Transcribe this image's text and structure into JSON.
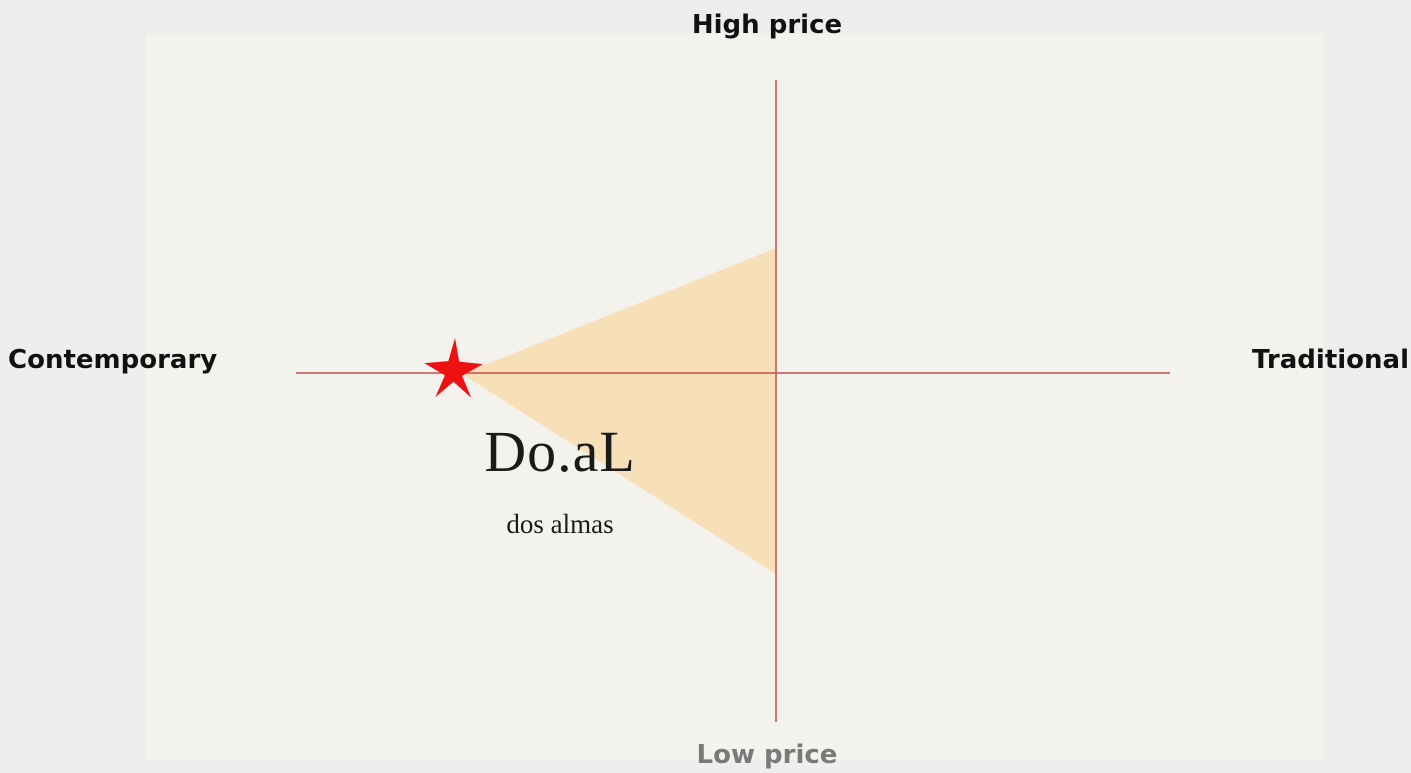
{
  "axes": {
    "top": "High price",
    "bottom": "Low price",
    "left": "Contemporary",
    "right": "Traditional"
  },
  "brand": {
    "name": "Do.aL",
    "tagline": "dos almas"
  },
  "colors": {
    "background": "#eeeeee",
    "panel": "#f4f2ec",
    "axis_line": "#c0504d",
    "positioning_area": "#f7dfb8",
    "marker": "#ee1111",
    "label_top": "#111111",
    "label_bottom": "#7a7a7a"
  },
  "marker": {
    "icon": "star-icon"
  }
}
